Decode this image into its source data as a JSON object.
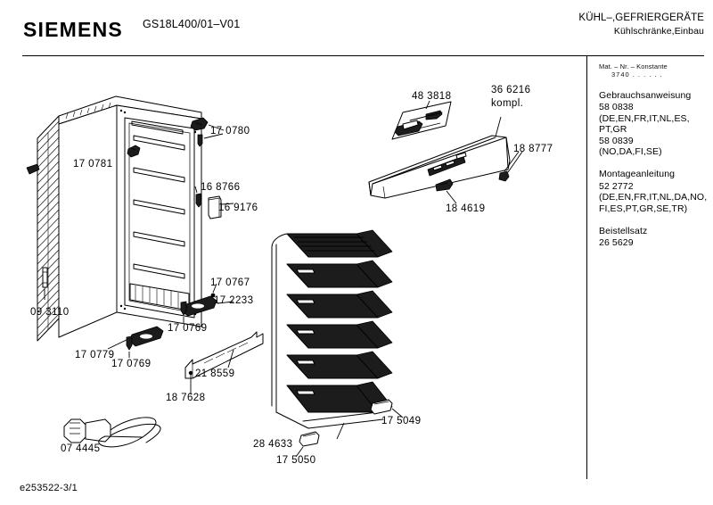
{
  "header": {
    "brand": "SIEMENS",
    "model": "GS18L400/01–V01",
    "category_line1": "KÜHL–,GEFRIERGERÄTE",
    "category_line2": "Kühlschränke,Einbau"
  },
  "info_panel": {
    "mat_label": "Mat. – Nr. – Konstante",
    "mat_number": "3740  .    .    .    .    .    .",
    "blocks": [
      {
        "title": "Gebrauchsanweisung",
        "lines": [
          "58 0838",
          "(DE,EN,FR,IT,NL,ES,",
          "PT,GR",
          "58 0839",
          "(NO,DA,FI,SE)"
        ]
      },
      {
        "title": "Montageanleitung",
        "lines": [
          "52 2772",
          "(DE,EN,FR,IT,NL,DA,NO,",
          "FI,ES,PT,GR,SE,TR)"
        ]
      },
      {
        "title": "Beistellsatz",
        "lines": [
          "26 5629"
        ]
      }
    ]
  },
  "callouts": {
    "c_170780": "17 0780",
    "c_170781": "17 0781",
    "c_168766": "16 8766",
    "c_169176": "16 9176",
    "c_093110": "09 3110",
    "c_170767": "17 0767",
    "c_172233": "17 2233",
    "c_170769a": "17 0769",
    "c_170769b": "17 0769",
    "c_170779": "17 0779",
    "c_218559": "21 8559",
    "c_187628": "18 7628",
    "c_074445": "07 4445",
    "c_483818": "48 3818",
    "c_366216": "36 6216",
    "c_366216_sub": "kompl.",
    "c_188777": "18 8777",
    "c_184619": "18 4619",
    "c_175049": "17 5049",
    "c_284633": "28 4633",
    "c_175050": "17 5050"
  },
  "footer": {
    "doc_id": "e253522-3/1"
  },
  "colors": {
    "ink": "#000000",
    "paper": "#ffffff",
    "shelf_dark": "#1c1c1c",
    "shelf_mid": "#3a3a3a"
  }
}
